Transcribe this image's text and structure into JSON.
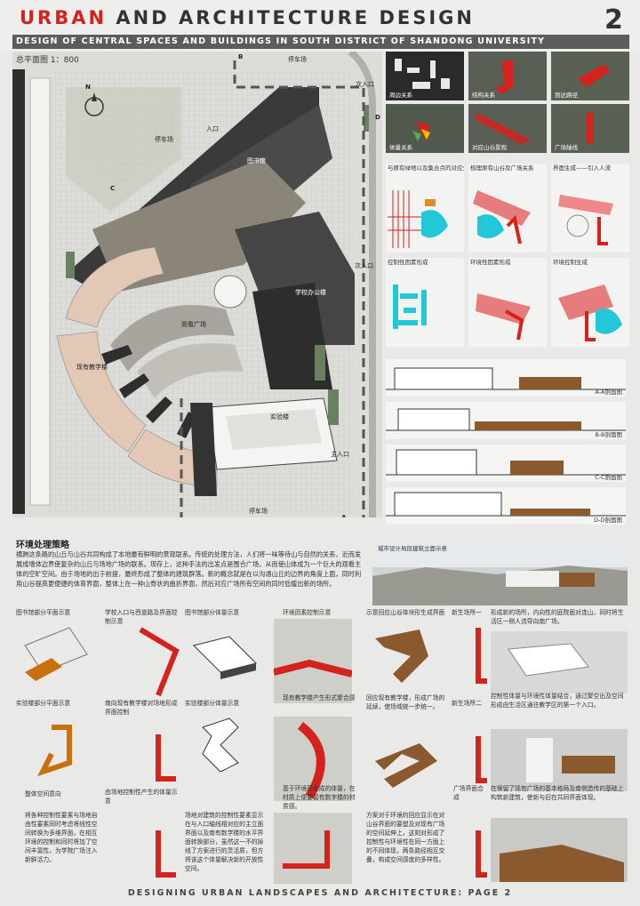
{
  "header": {
    "title_red": "URBAN",
    "title_rest": " AND ARCHITECTURE DESIGN",
    "page_number": "2",
    "subtitle": "DESIGN OF CENTRAL SPACES AND BUILDINGS IN SOUTH DISTRICT OF SHANDONG UNIVERSITY",
    "scale": "总平面图 1：800"
  },
  "plan_labels": {
    "parking_top": "停车场",
    "parking_left": "停车场",
    "parking_bottom": "停车场",
    "library": "图书馆",
    "sub_entrance_1": "次入口",
    "sub_entrance_2": "次入口",
    "main_entrance": "主入口",
    "entrance": "入口",
    "lab_building": "实验楼",
    "teaching_building": "现有教学楼",
    "viewing_plaza": "观看广场",
    "extension": "学校办公楼",
    "north": "N",
    "a_mark": "A",
    "b_mark": "B",
    "c_mark": "C",
    "d_mark": "D"
  },
  "photos": [
    {
      "caption": "周边关系"
    },
    {
      "caption": "结构关系"
    },
    {
      "caption": "到达路径"
    },
    {
      "caption": "体量关系"
    },
    {
      "caption": "对应山谷景观"
    },
    {
      "caption": "广场轴线"
    }
  ],
  "diagrams": [
    {
      "caption": "与原有绿地以及集合点的对应分析"
    },
    {
      "caption": "梳理原有山谷及广场关系"
    },
    {
      "caption": "界面生成——引入人流"
    },
    {
      "caption": "控制性因素形成"
    },
    {
      "caption": "环境性因素形成"
    },
    {
      "caption": "环境控制生成"
    }
  ],
  "sections": [
    {
      "caption": "A-A剖面图"
    },
    {
      "caption": "B-B剖面图"
    },
    {
      "caption": "C-C剖面图"
    },
    {
      "caption": "D-D剖面图"
    }
  ],
  "environment": {
    "title": "环境处理策略",
    "text": "横跨这条路的山丘与山谷共同构成了本地最有鲜明的景观联系。传统的处理方法，人们将一味等待山与自然的关系，近而发展成墙体边界使复杂的山丘与场地广场的联系。现存上，这种手法的出发点是围合广场，从而使山体成为一个巨大的观看主体的空旷空间。由于场地的出于前提，最终形成了整体的建筑群落。新的概念就是在以沟通山丘的边界的角度上面，同时利用山谷提高更便捷的体育界面，整体上在一种山脊状的曲折界面，然后对应广场所有空间的同时低缓出新的场所。",
    "render_caption": "城市设计局段建筑立面示意"
  },
  "grid_texts": {
    "r1c1": "图书馆部分平面示意",
    "r1c2": "学校入口与西道路及界面控制示意",
    "r1c3": "图书馆部分体量示意",
    "r1c4": "环境因素控制示意",
    "r1c5": "示意回应山谷体块形生成界面",
    "r1c6": "新生场所一",
    "r1c7": "形成新的场所，内向性的庭院面对连山，同时将生活区一侧人流导向南广场。",
    "r2c1": "实验楼部分平面示意",
    "r2c2": "南向现有教学楼对场地形成界面控制",
    "r2c3": "实验楼部分体量示意",
    "r2c4": "现有教学楼产生形式聚合感",
    "r2c5": "回应现有教学楼，形成广场的延续，使场域统一步统一。",
    "r2c6": "新生场所二",
    "r2c7": "控制性体量与环境性体量结合，通过聚空出及空间形成由生活区通往教学区的第一个入口。",
    "r3c1": "整体空间意向",
    "r3c2": "由场地控制性产生的体量示意",
    "r3c4": "基于环境形态成的体量，在材质上便要留有数字楼的材质感。",
    "r3c6": "广场界面合成",
    "r3c7": "在保留了现有广场的基本格局及南侧造传的基础上构筑新建筑，使新与旧在共同界面体现。",
    "r4c1": "将各种控制性要素与场地自由性要素同时考虑将线性空间转换为多维界面，在相互环境的控制和同时将加了空间丰富性，为学院广场注入新鲜活力。",
    "r4c3": "场地对建筑的控制性要素显示在与入口轴线相对应的主立面界面以及南有数学楼的水平界面转换部分，虽然这一不的掉线了方案进行的灵活质，但方将该这个体量解决新的开放性空间。",
    "r4c5": "方案对于环境的回应显示在对山谷界面的要塑及对现有广场的空间延伸上，这则对形成了控制性与环境性在同一方面上的不同体现，两条路径相互交叠，构成空间感度的多样性。"
  },
  "footer": "DESIGNING URBAN LANDSCAPES AND ARCHITECTURE: PAGE 2",
  "colors": {
    "accent_red": "#d4221c",
    "dark_band": "#333333",
    "brown": "#8a5a2e",
    "green": "#6b8060",
    "cyan": "#22c7d8"
  }
}
